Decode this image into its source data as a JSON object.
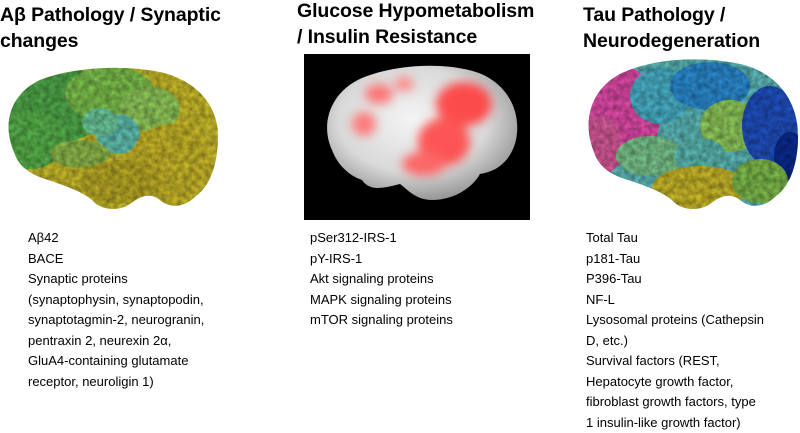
{
  "panels": [
    {
      "title_lines": [
        "Aβ Pathology / Synaptic",
        "changes"
      ],
      "image": "brain-surface-heatmap",
      "items": [
        "Aβ42",
        "BACE",
        "Synaptic proteins",
        "(synaptophysin, synaptopodin,",
        "synaptotagmin-2, neurogranin,",
        "pentraxin 2, neurexin 2α,",
        "GluA4-containing glutamate",
        "receptor, neuroligin 1)"
      ]
    },
    {
      "title_lines": [
        "Glucose Hypometabolism",
        "/ Insulin Resistance"
      ],
      "image": "brain-pet-scan",
      "items": [
        "pSer312-IRS-1",
        "pY-IRS-1",
        "Akt signaling proteins",
        "MAPK signaling proteins",
        "mTOR signaling proteins"
      ]
    },
    {
      "title_lines": [
        "Tau Pathology /",
        "Neurodegeneration"
      ],
      "image": "brain-surface-heatmap",
      "items": [
        "Total Tau",
        "p181-Tau",
        "P396-Tau",
        "NF-L",
        "Lysosomal proteins (Cathepsin",
        "D, etc.)",
        "Survival factors (REST,",
        "Hepatocyte growth factor,",
        "fibroblast growth factors, type",
        "1 insulin-like growth factor)"
      ]
    }
  ]
}
